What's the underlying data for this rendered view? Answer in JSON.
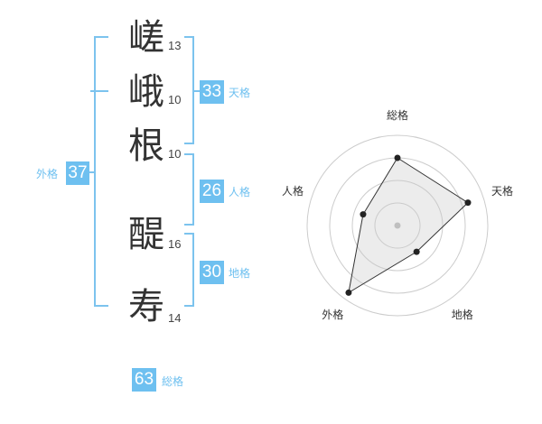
{
  "characters": [
    {
      "char": "嵯",
      "strokes": "13"
    },
    {
      "char": "峨",
      "strokes": "10"
    },
    {
      "char": "根",
      "strokes": "10"
    },
    {
      "char": "醍",
      "strokes": "16"
    },
    {
      "char": "寿",
      "strokes": "14"
    }
  ],
  "kakusu": {
    "tenkaku": {
      "value": "33",
      "label": "天格"
    },
    "jinkaku": {
      "value": "26",
      "label": "人格"
    },
    "chikaku": {
      "value": "30",
      "label": "地格"
    },
    "gaikaku": {
      "value": "37",
      "label": "外格"
    },
    "soukaku": {
      "value": "63",
      "label": "総格"
    }
  },
  "colors": {
    "accent": "#6ec0f0",
    "bracket": "#7cc3ee",
    "text": "#333333"
  },
  "chart_data": {
    "type": "radar",
    "axes": [
      "総格",
      "天格",
      "地格",
      "外格",
      "人格"
    ],
    "values": [
      0.75,
      0.82,
      0.36,
      0.92,
      0.4
    ],
    "rings": 4
  }
}
